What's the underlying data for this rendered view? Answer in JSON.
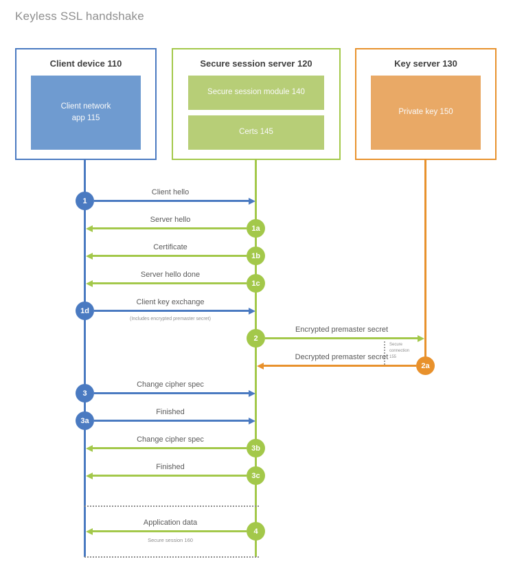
{
  "title": "Keyless SSL handshake",
  "colors": {
    "blue": "#4a7ac1",
    "blue_fill": "#6f9bd0",
    "green": "#a3c84a",
    "green_fill": "#b7ce77",
    "orange": "#e8912c",
    "orange_fill": "#e9a966",
    "label_text": "#595959",
    "title_text": "#8f8f8f"
  },
  "actors": [
    {
      "title": "Client device 110",
      "module": "Client network app 115"
    },
    {
      "title": "Secure session server 120",
      "module1": "Secure session module 140",
      "module2": "Certs 145"
    },
    {
      "title": "Key server 130",
      "module": "Private key 150"
    }
  ],
  "messages": [
    {
      "step": "1",
      "label": "Client hello"
    },
    {
      "step": "1a",
      "label": "Server hello"
    },
    {
      "step": "1b",
      "label": "Certificate"
    },
    {
      "step": "1c",
      "label": "Server hello done"
    },
    {
      "step": "1d",
      "label": "Client key exchange",
      "sublabel": "(Includes encrypted premaster secret)"
    },
    {
      "step": "2",
      "label": "Encrypted premaster secret"
    },
    {
      "step": "2a",
      "label": "Decrypted premaster secret"
    },
    {
      "step": "3",
      "label": "Change cipher spec"
    },
    {
      "step": "3a",
      "label": "Finished"
    },
    {
      "step": "3b",
      "label": "Change cipher spec"
    },
    {
      "step": "3c",
      "label": "Finished"
    },
    {
      "step": "4",
      "label": "Application data",
      "sublabel": "Secure session 160"
    }
  ],
  "annotations": {
    "secure_connection": "Secure connection 155"
  }
}
